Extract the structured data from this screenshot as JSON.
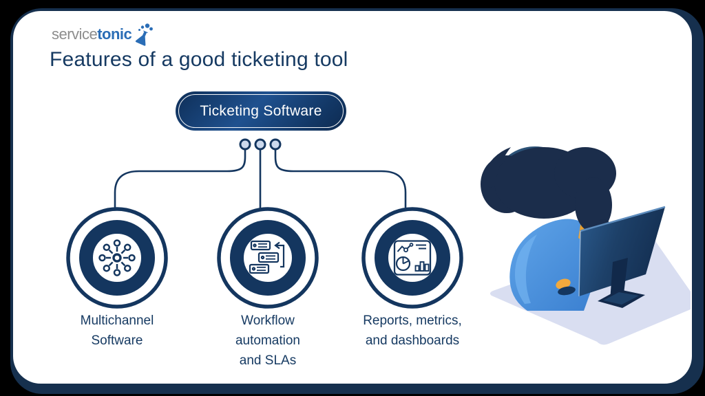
{
  "page": {
    "background_color": "#000000",
    "frame_color": "#16304e",
    "card_color": "#ffffff"
  },
  "logo": {
    "text_service": "service",
    "text_tonic": "tonic",
    "service_color": "#8d8d8d",
    "tonic_color": "#2a6db6",
    "flask_icon_color": "#2a6db6"
  },
  "title": {
    "text": "Features of a good ticketing tool",
    "color": "#163a62"
  },
  "diagram": {
    "root": {
      "label": "Ticketing Software",
      "text_color": "#ffffff",
      "fill_gradient": [
        "#0e2e57",
        "#1f518f",
        "#0d2a50"
      ]
    },
    "connector_color": "#14365f",
    "node_dot_fill": "#ccd9ed",
    "features": [
      {
        "label": "Multichannel Software",
        "icon": "hub-network-icon"
      },
      {
        "label": "Workflow automation and SLAs",
        "icon": "workflow-automation-icon"
      },
      {
        "label": "Reports, metrics, and dashboards",
        "icon": "dashboard-charts-icon"
      }
    ]
  },
  "illustration": {
    "name": "person-working-at-computer",
    "desk_color": "#d9def1",
    "monitor_color": "#1d4068",
    "hair_color": "#1b2d4b",
    "skin_color": "#f2a93d",
    "shirt_color": "#4a90dd"
  }
}
